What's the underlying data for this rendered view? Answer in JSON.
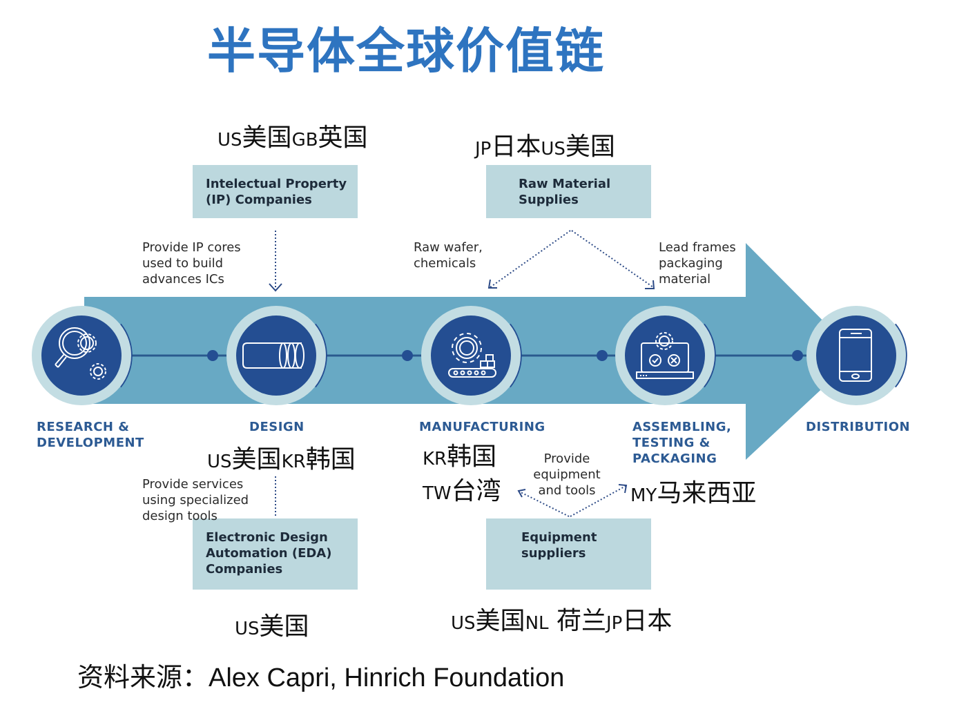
{
  "title": "半导体全球价值链",
  "colors": {
    "title": "#2e74c0",
    "arrow": "#68a9c4",
    "circle_fill": "#244e92",
    "circle_ring": "#c3dde3",
    "box_fill": "#bcd8de",
    "stage_label": "#2c5a93"
  },
  "stages": [
    {
      "id": "rnd",
      "label_lines": [
        "RESEARCH &",
        "DEVELOPMENT"
      ],
      "icon": "magnifier-gears-icon"
    },
    {
      "id": "design",
      "label_lines": [
        "DESIGN"
      ],
      "icon": "cylinder-chip-icon"
    },
    {
      "id": "manufacturing",
      "label_lines": [
        "MANUFACTURING"
      ],
      "icon": "gear-conveyor-icon"
    },
    {
      "id": "atp",
      "label_lines": [
        "ASSEMBLING,",
        "TESTING &",
        "PACKAGING"
      ],
      "icon": "laptop-gear-check-icon"
    },
    {
      "id": "distribution",
      "label_lines": [
        "DISTRIBUTION"
      ],
      "icon": "smartphone-icon"
    }
  ],
  "suppliers": {
    "ip": {
      "lines": [
        "Intelectual Property",
        "(IP) Companies"
      ],
      "note_lines": [
        "Provide IP cores",
        "used to build",
        "advances ICs"
      ]
    },
    "raw": {
      "lines": [
        "Raw Material",
        "Supplies"
      ],
      "note_left_lines": [
        "Raw wafer,",
        "chemicals"
      ],
      "note_right_lines": [
        "Lead frames",
        "packaging",
        "material"
      ]
    },
    "eda": {
      "lines": [
        "Electronic Design",
        "Automation (EDA)",
        "Companies"
      ],
      "note_lines": [
        "Provide services",
        "using specialized",
        "design tools"
      ]
    },
    "equipment": {
      "lines": [
        "Equipment",
        "suppliers"
      ],
      "note_lines": [
        "Provide",
        "equipment",
        "and tools"
      ]
    }
  },
  "countries": {
    "ip": [
      {
        "code": "US",
        "name": "美国"
      },
      {
        "code": "GB",
        "name": "英国"
      }
    ],
    "raw": [
      {
        "code": "JP",
        "name": "日本"
      },
      {
        "code": "US",
        "name": "美国"
      }
    ],
    "design": [
      {
        "code": "US",
        "name": "美国"
      },
      {
        "code": "KR",
        "name": "韩国"
      }
    ],
    "manufacturing_1": [
      {
        "code": "KR",
        "name": "韩国"
      }
    ],
    "manufacturing_2": [
      {
        "code": "TW",
        "name": "台湾"
      }
    ],
    "atp": [
      {
        "code": "MY",
        "name": "马来西亚"
      }
    ],
    "eda": [
      {
        "code": "US",
        "name": "美国"
      }
    ],
    "equipment": [
      {
        "code": "US",
        "name": "美国"
      },
      {
        "code": "NL",
        "name": " 荷兰"
      },
      {
        "code": "JP",
        "name": "日本"
      }
    ]
  },
  "source": "资料来源：Alex Capri, Hinrich Foundation"
}
